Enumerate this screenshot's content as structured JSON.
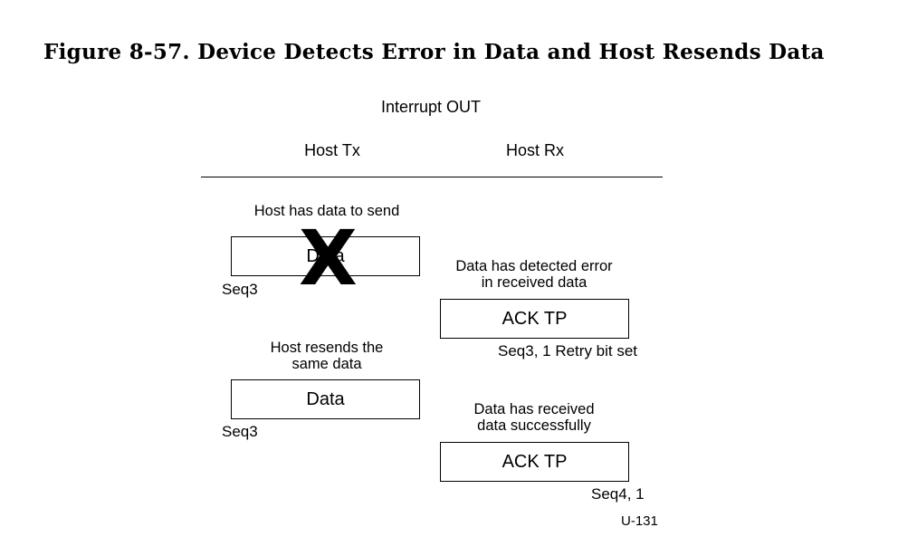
{
  "figure": {
    "title": "Figure 8-57.  Device Detects Error in Data and Host Resends Data",
    "diagram_title": "Interrupt OUT",
    "columns": {
      "left": "Host Tx",
      "right": "Host Rx"
    },
    "figure_id": "U-131"
  },
  "sequence": {
    "note1": "Host has data to send",
    "packet1": {
      "label": "Data",
      "seq": "Seq3",
      "corrupted_mark": "X"
    },
    "note2_line1": "Data has detected error",
    "note2_line2": "in received data",
    "ack1": {
      "label": "ACK TP",
      "seq": "Seq3, 1 Retry bit set"
    },
    "note3_line1": "Host resends the",
    "note3_line2": "same data",
    "packet2": {
      "label": "Data",
      "seq": "Seq3"
    },
    "note4_line1": "Data has received",
    "note4_line2": "data successfully",
    "ack2": {
      "label": "ACK TP",
      "seq": "Seq4, 1"
    }
  }
}
